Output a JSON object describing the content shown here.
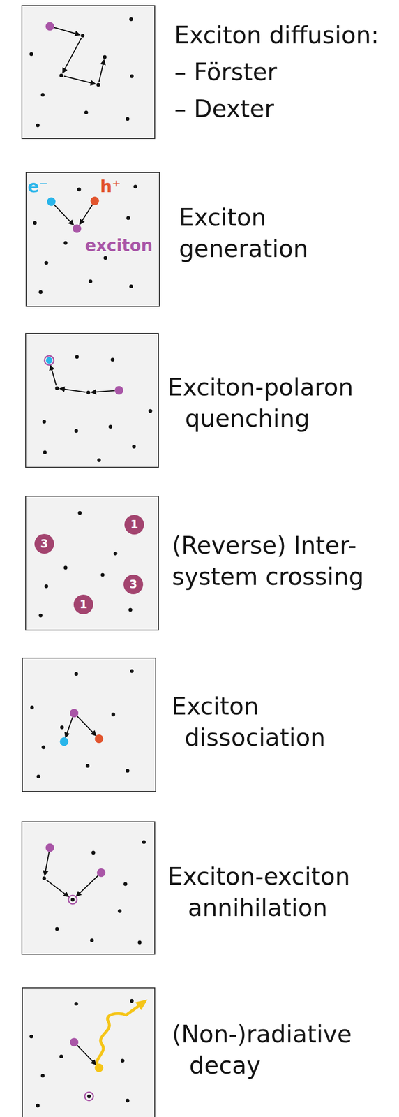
{
  "diagram": {
    "nodes": [
      {
        "text": [
          "Exciton diffusion:",
          "– Förster",
          "– Dexter"
        ]
      },
      {
        "text": [
          "Exciton generation"
        ]
      },
      {
        "text": [
          "Exciton-polaron quenching"
        ]
      },
      {
        "text": [
          "(Reverse) Inter- system crossing"
        ]
      },
      {
        "text": [
          "1"
        ],
        "in": 3
      },
      {
        "text": [
          "3"
        ],
        "in": 3
      },
      {
        "text": [
          "3"
        ],
        "in": 3
      },
      {
        "text": [
          "1"
        ],
        "in": 3
      },
      {
        "text": [
          "Exciton dissociation"
        ]
      },
      {
        "text": [
          "Exciton-exciton annihilation"
        ]
      },
      {
        "text": [
          "(Non-)radiative decay"
        ]
      }
    ],
    "labels": [
      "e⁻",
      "h⁺",
      "exciton"
    ]
  }
}
